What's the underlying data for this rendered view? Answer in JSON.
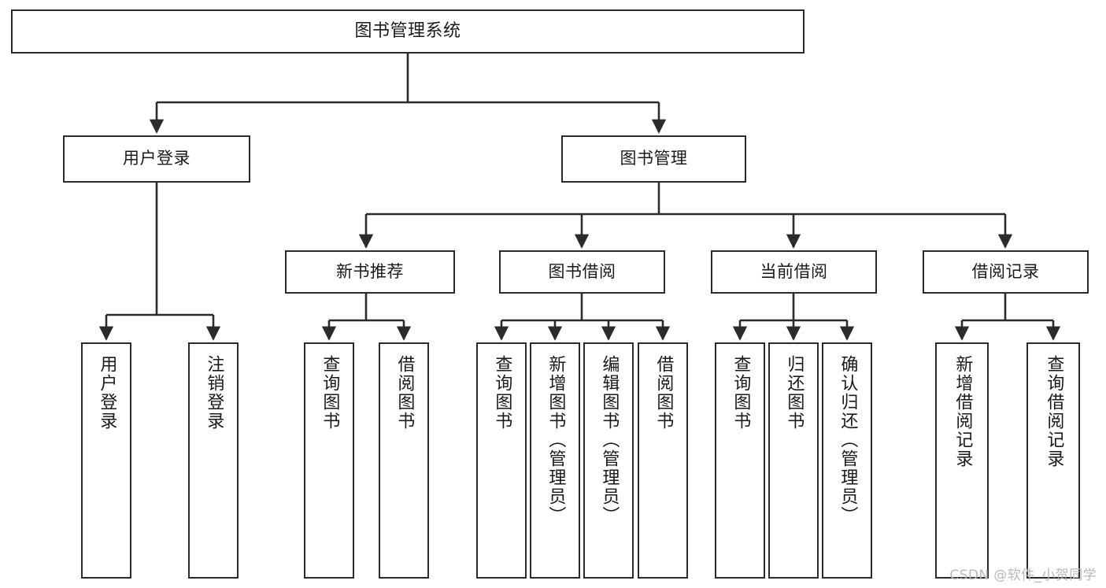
{
  "diagram": {
    "title": "图书管理系统",
    "type": "tree-hierarchy-chart",
    "colors": {
      "background": "#ffffff",
      "box_border": "#2b2b2b",
      "box_fill": "#ffffff",
      "text": "#1a1a1a",
      "connector": "#2b2b2b",
      "watermark": "#b9b9b9"
    },
    "root": {
      "label": "图书管理系统"
    },
    "level1": [
      {
        "label": "用户登录"
      },
      {
        "label": "图书管理"
      }
    ],
    "level2": [
      {
        "label": "新书推荐"
      },
      {
        "label": "图书借阅"
      },
      {
        "label": "当前借阅"
      },
      {
        "label": "借阅记录"
      }
    ],
    "leaves": {
      "user_login": [
        {
          "label": "用户登录"
        },
        {
          "label": "注销登录"
        }
      ],
      "new_book_recommend": [
        {
          "label": "查询图书"
        },
        {
          "label": "借阅图书"
        }
      ],
      "book_borrow": [
        {
          "label": "查询图书"
        },
        {
          "label": "新增图书（管理员）"
        },
        {
          "label": "编辑图书（管理员）"
        },
        {
          "label": "借阅图书"
        }
      ],
      "current_borrow": [
        {
          "label": "查询图书"
        },
        {
          "label": "归还图书"
        },
        {
          "label": "确认归还（管理员）"
        }
      ],
      "borrow_record": [
        {
          "label": "新增借阅记录"
        },
        {
          "label": "查询借阅记录"
        }
      ]
    }
  },
  "watermark": {
    "text": "CSDN @软件_小贺同学"
  }
}
